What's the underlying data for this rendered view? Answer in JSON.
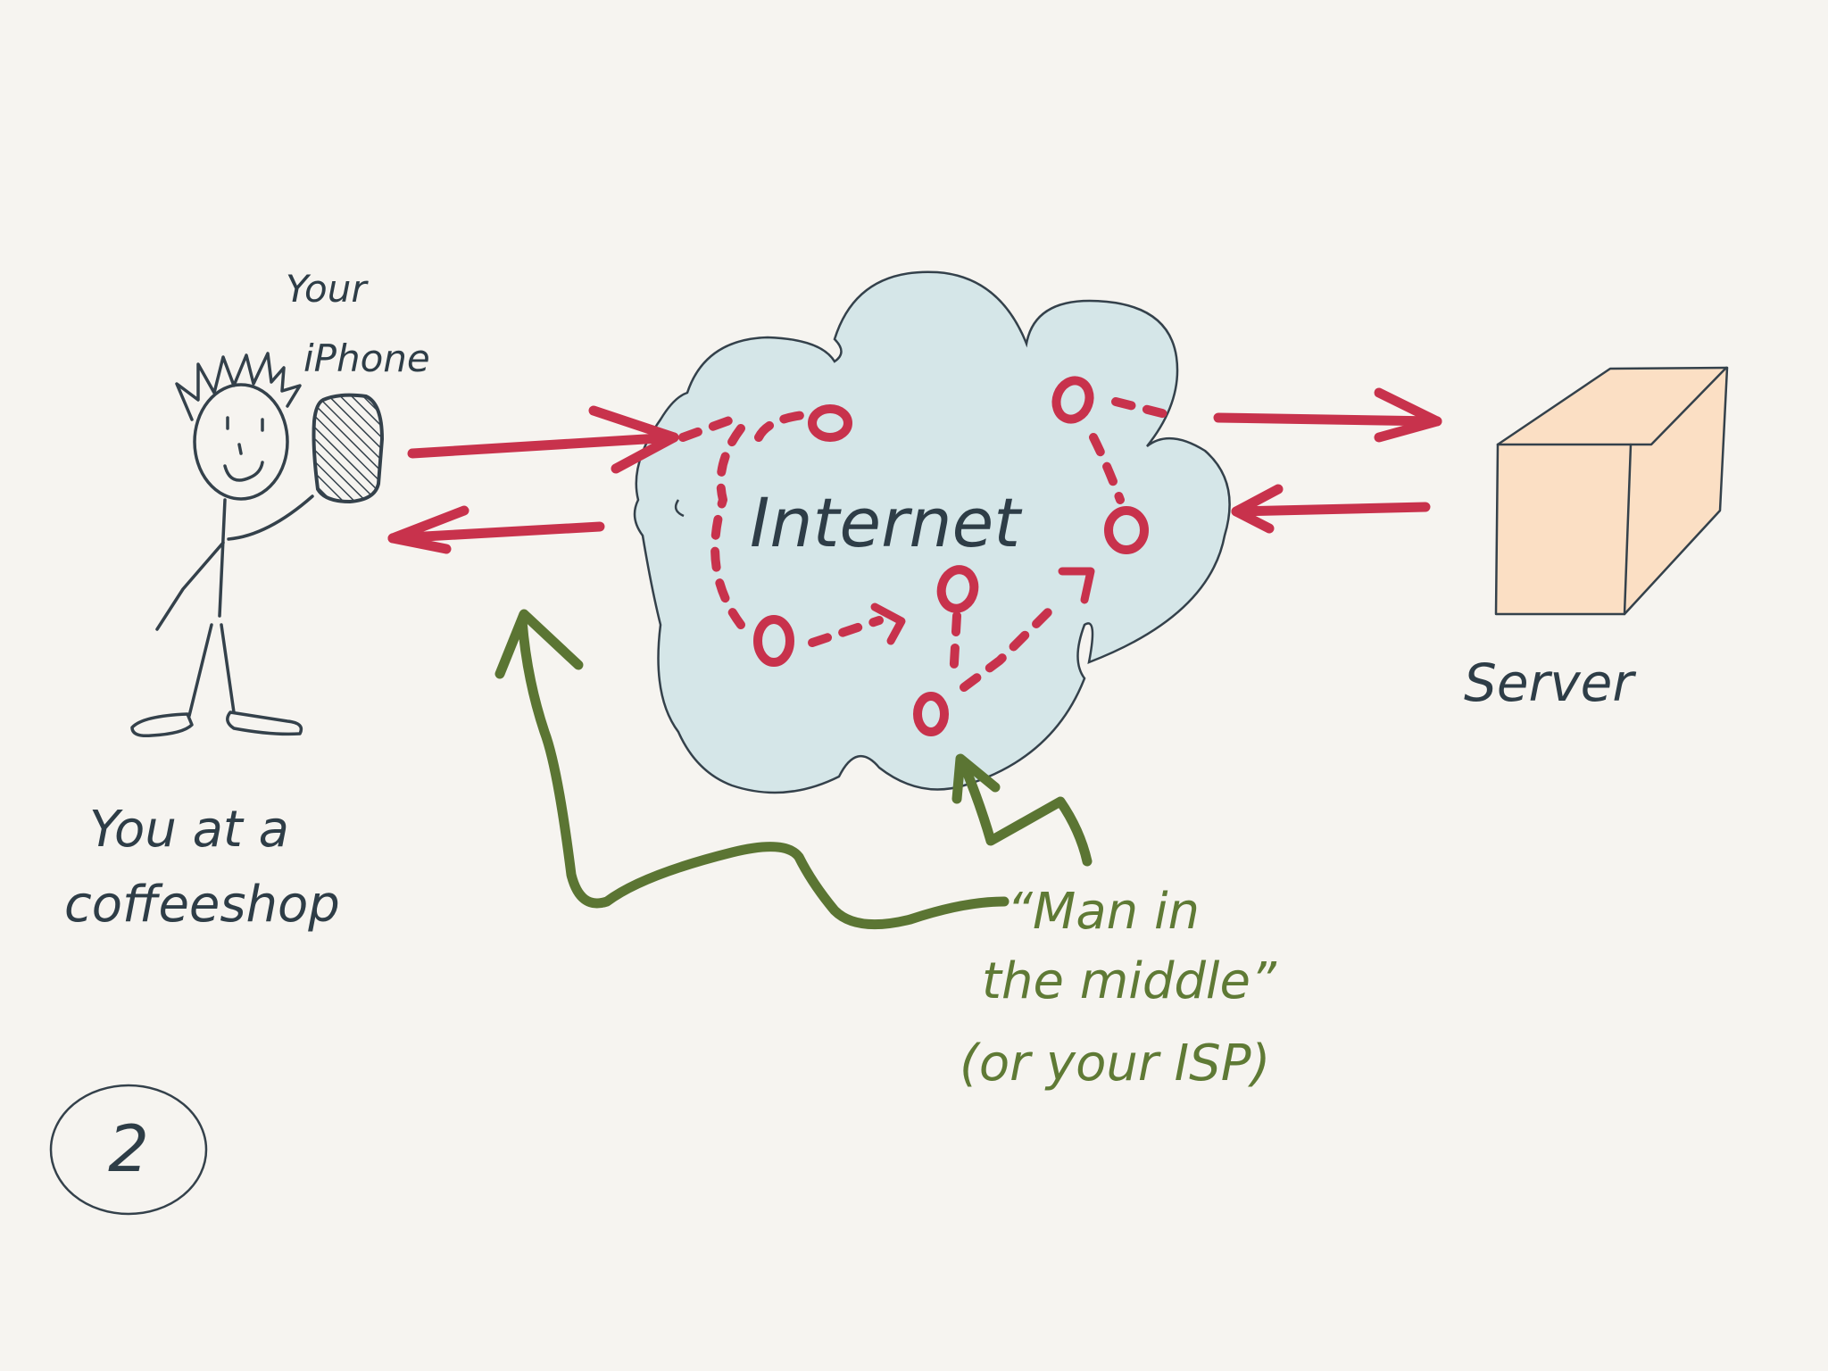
{
  "labels": {
    "your_iphone_line1": "Your",
    "your_iphone_line2": "iPhone",
    "internet": "Internet",
    "server": "Server",
    "you_line1": "You at a",
    "you_line2": "coffeeshop",
    "mitm_line1": "“Man in",
    "mitm_line2": "the middle”",
    "mitm_line3": "(or your ISP)",
    "slide_number": "2"
  },
  "colors": {
    "background": "#f6f4f0",
    "ink": "#34414b",
    "red": "#c8324c",
    "green": "#5b7533",
    "cloud_fill": "#d5e6e8",
    "server_fill": "#fbdfc4"
  }
}
